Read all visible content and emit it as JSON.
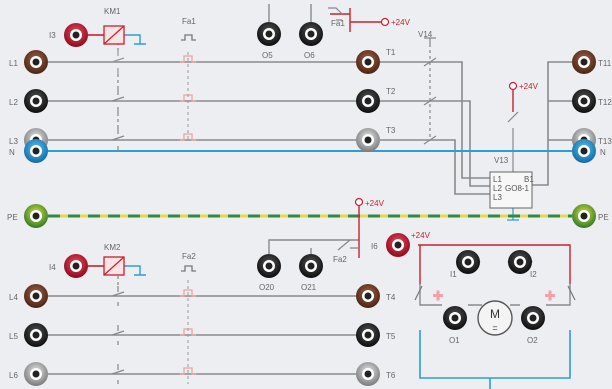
{
  "colors": {
    "panel_bg": "#eceef1",
    "wire_gray": "#8a8a8a",
    "wire_red": "#c9202f",
    "wire_blue": "#2a9fd6",
    "wire_green": "#2d8a3e",
    "wire_yellow": "#e8d84a",
    "jack_brown": "#6b3a22",
    "jack_black": "#1e1e1e",
    "jack_gray": "#9a9a9a",
    "jack_blue": "#1c8fd0",
    "jack_green": "#3a8a2a",
    "jack_red": "#c8102e",
    "fuse_pink": "#f3a0a8"
  },
  "top_section": {
    "contactor_label": "KM1",
    "coil_terminal_label": "I3",
    "fuse_label": "Fa1",
    "fuse_contact_label": "Fa1",
    "supply_label": "+24V",
    "aux_terminal_labels": [
      "O5",
      "O6"
    ],
    "switch_label": "V14",
    "left_terminals": [
      "L1",
      "L2",
      "L3"
    ],
    "right_terminals": [
      "T1",
      "T2",
      "T3"
    ],
    "edge_terminals": [
      "T11",
      "T12",
      "T13"
    ],
    "relay_supply_label": "+24V",
    "relay_contact_label": "V13",
    "relay_module": {
      "pins": [
        "L1",
        "L2",
        "L3"
      ],
      "model": "GO8-1",
      "pin_b1": "B1"
    }
  },
  "neutral": {
    "left_label": "N",
    "right_label": "N"
  },
  "earth": {
    "left_label": "PE",
    "right_label": "PE"
  },
  "bottom_section": {
    "contactor_label": "KM2",
    "coil_terminal_label": "I4",
    "fuse_label": "Fa2",
    "fuse_contact_label": "Fa2",
    "supply_label": "+24V",
    "aux_terminal_labels": [
      "O20",
      "O21"
    ],
    "left_terminals": [
      "L4",
      "L5",
      "L6"
    ],
    "right_terminals": [
      "T4",
      "T5",
      "T6"
    ],
    "motor_panel": {
      "input_label": "I6",
      "supply_label": "+24V",
      "direction_inputs": [
        "I1",
        "I2"
      ],
      "outputs": [
        "O1",
        "O2"
      ],
      "motor_letter": "M",
      "motor_symbol": "="
    }
  }
}
